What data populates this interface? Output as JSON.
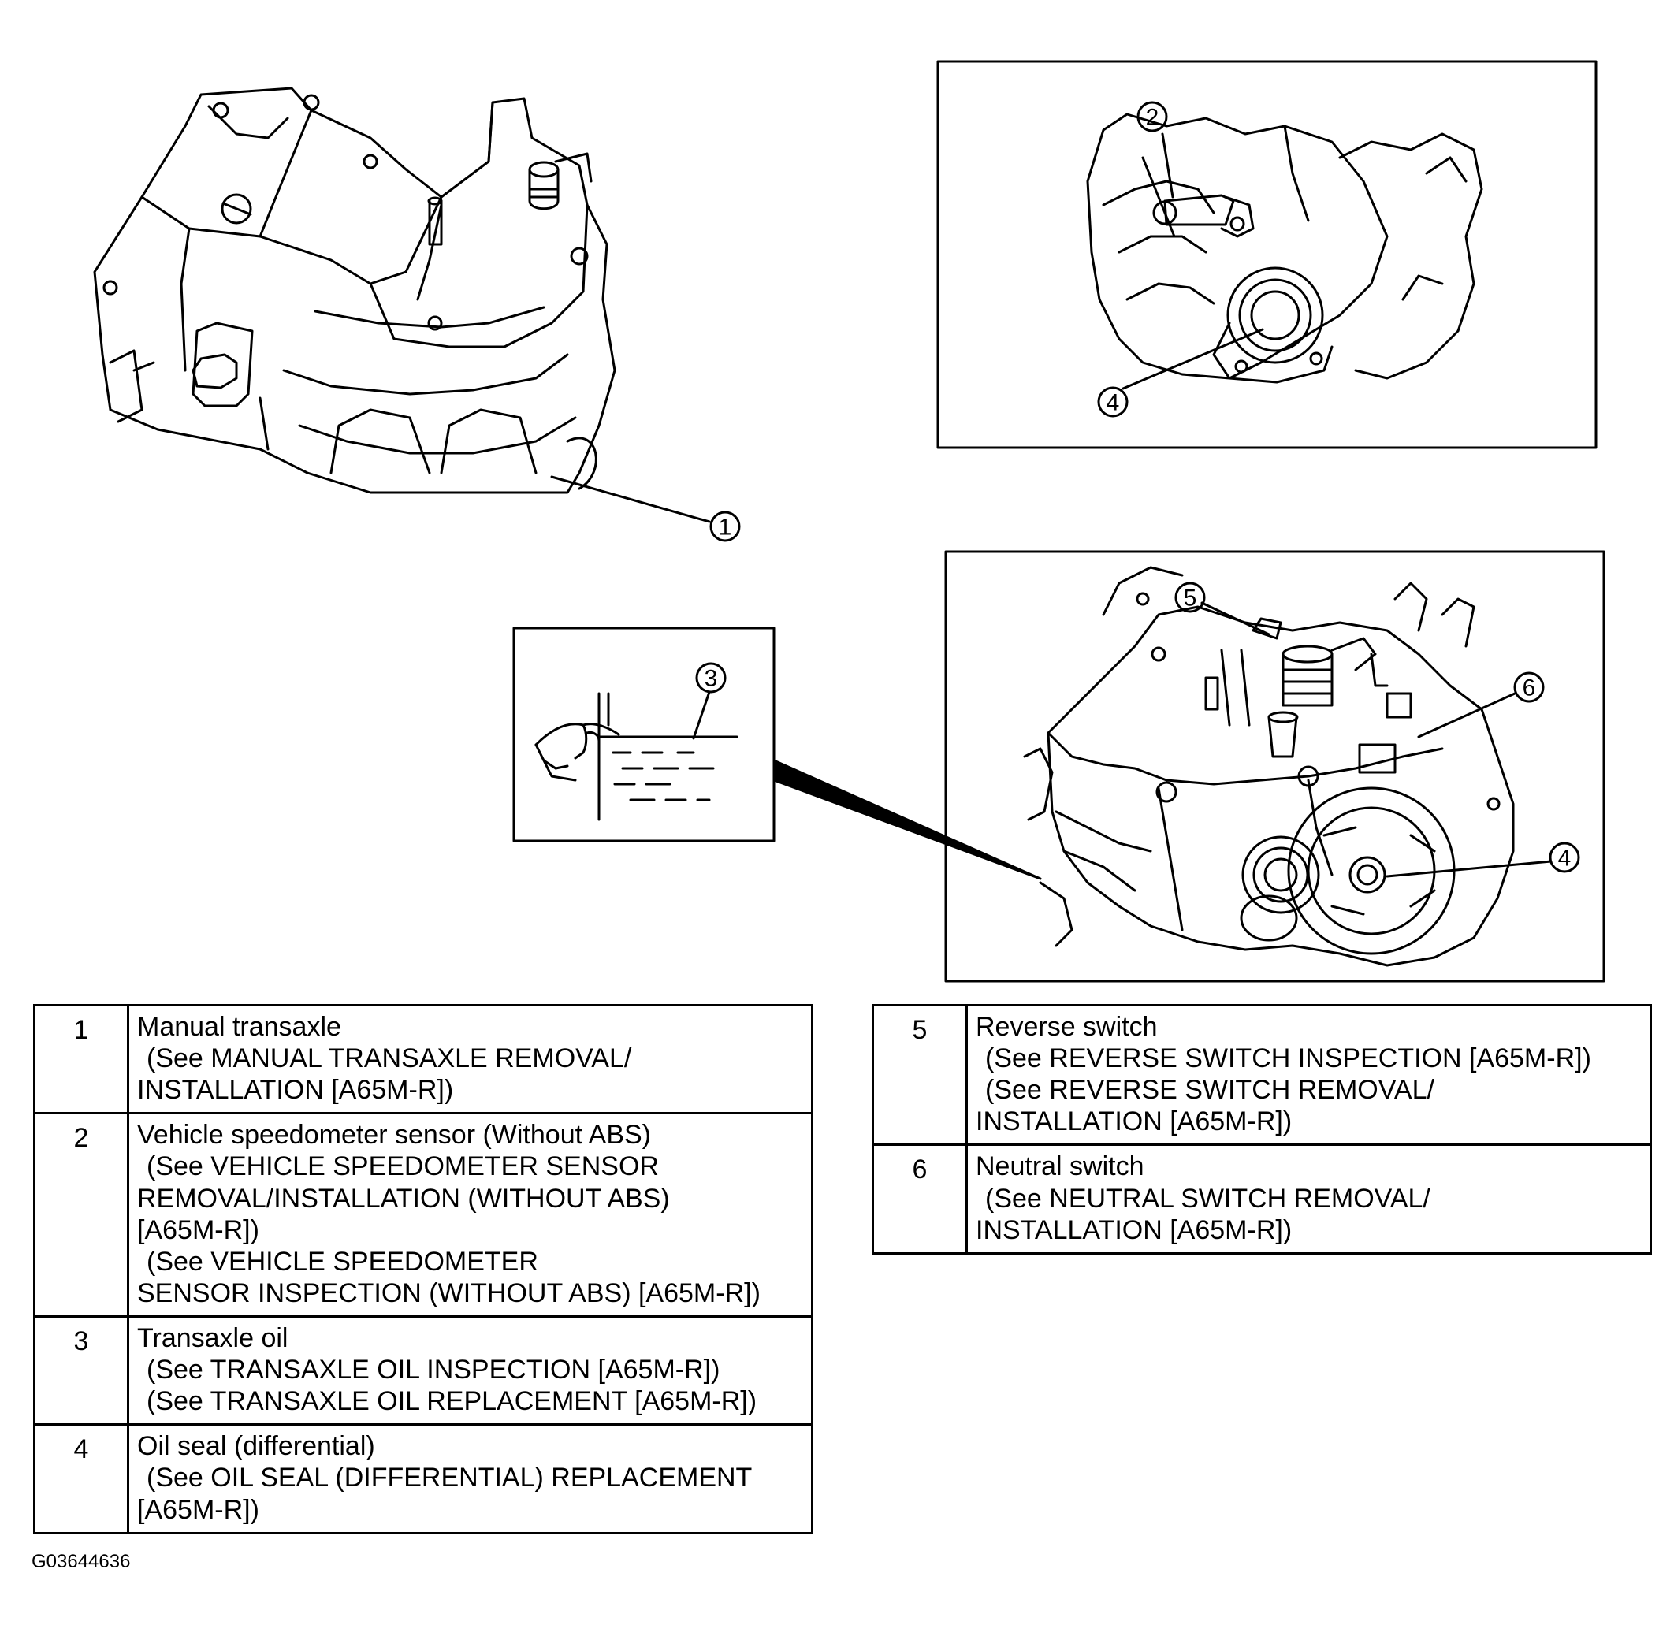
{
  "callouts": [
    "1",
    "2",
    "3",
    "4",
    "5",
    "6"
  ],
  "items": [
    {
      "num": "1",
      "name": "Manual transaxle",
      "refs": [
        "(See MANUAL TRANSAXLE REMOVAL/",
        "INSTALLATION [A65M-R])"
      ]
    },
    {
      "num": "2",
      "name": "Vehicle speedometer sensor (Without ABS)",
      "refs": [
        "(See VEHICLE SPEEDOMETER SENSOR",
        "REMOVAL/INSTALLATION (WITHOUT ABS)",
        "[A65M-R])",
        "(See VEHICLE SPEEDOMETER",
        "SENSOR INSPECTION (WITHOUT ABS) [A65M-R])"
      ]
    },
    {
      "num": "3",
      "name": "Transaxle oil",
      "refs": [
        "(See TRANSAXLE OIL INSPECTION  [A65M-R])",
        "(See TRANSAXLE OIL REPLACEMENT [A65M-R])"
      ]
    },
    {
      "num": "4",
      "name": "Oil seal (differential)",
      "refs": [
        "(See OIL SEAL (DIFFERENTIAL) REPLACEMENT",
        "[A65M-R])"
      ]
    },
    {
      "num": "5",
      "name": "Reverse switch",
      "refs": [
        "(See REVERSE SWITCH INSPECTION [A65M-R])",
        "(See REVERSE SWITCH REMOVAL/",
        "INSTALLATION [A65M-R])"
      ]
    },
    {
      "num": "6",
      "name": "Neutral switch",
      "refs": [
        "(See NEUTRAL SWITCH REMOVAL/",
        "INSTALLATION [A65M-R])"
      ]
    }
  ],
  "figure_id": "G03644636"
}
